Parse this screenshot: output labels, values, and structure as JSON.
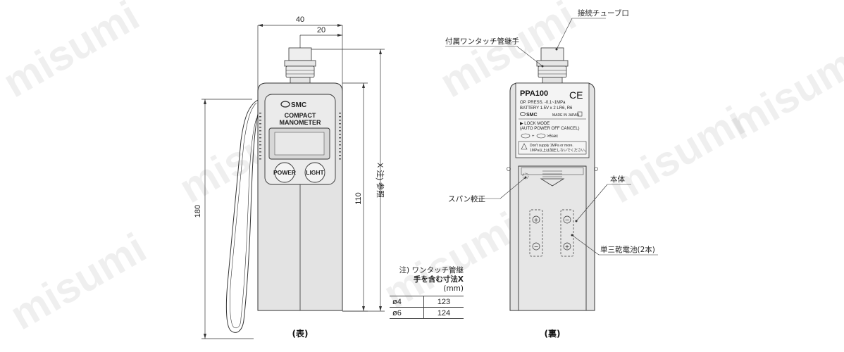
{
  "watermark": "misumi",
  "front": {
    "caption": "(表)",
    "dim_width": "40",
    "dim_center": "20",
    "dim_height": "180",
    "dim_body": "110",
    "dim_x": "X 注) 参照",
    "logo": "SMC",
    "title_line1": "COMPACT",
    "title_line2": "MANOMETER",
    "btn_power": "POWER",
    "btn_light": "LIGHT"
  },
  "back": {
    "caption": "(裏)",
    "callout_tube": "接続チューブ口",
    "callout_fitting": "付属ワンタッチ管継手",
    "callout_span": "スパン較正",
    "callout_body": "本体",
    "callout_battery": "単三乾電池(2本)",
    "model": "PPA100",
    "ce": "CE",
    "spec1": "OP. PRESS. -0.1~1MPa",
    "spec2": "BATTERY 1.5V x 2  LR6, R6",
    "logo": "SMC",
    "made": "MADE IN JAPAN",
    "lock1": "▶ LOCK MODE",
    "lock2": "(AUTO POWER OFF CANCEL)",
    "lock3": ">6sec",
    "warn1": "Don't supply 1MPa or more.",
    "warn2": "1MPa以上は加圧しないでください。"
  },
  "note_table": {
    "note_line1": "注) ワンタッチ管継",
    "note_line2": "手を含む寸法X",
    "unit": "(mm)",
    "rows": [
      {
        "size": "ø4",
        "value": "123"
      },
      {
        "size": "ø6",
        "value": "124"
      }
    ]
  }
}
